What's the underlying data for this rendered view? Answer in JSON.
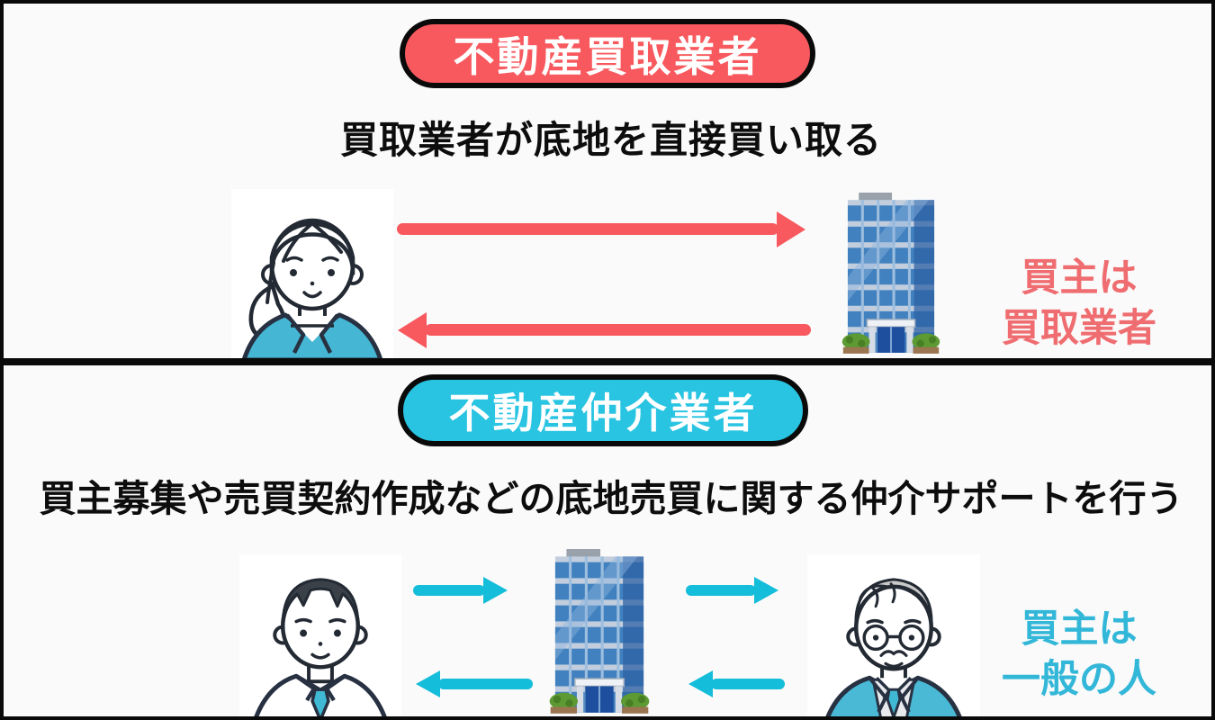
{
  "colors": {
    "page-bg": "#fafafa",
    "ink": "#0d0d0d",
    "red": "#f8595e",
    "red-text": "#ef6d70",
    "cyan": "#29c4e2",
    "cyan-arrow": "#14bdd9",
    "cyan-text": "#33b7d8",
    "outline": "#0a0a0a"
  },
  "top": {
    "badge": "不動産買取業者",
    "description": "買取業者が底地を直接買い取る",
    "note_line1": "買主は",
    "note_line2": "買取業者"
  },
  "bottom": {
    "badge": "不動産仲介業者",
    "description": "買主募集や売買契約作成などの底地売買に関する仲介サポートを行う",
    "note_line1": "買主は",
    "note_line2": "一般の人"
  },
  "icons": {
    "landowner-woman-illustration": "woman with ponytail in teal jacket",
    "purchase-company-building-illustration": "blue office building",
    "seller-man-illustration": "young man in white shirt with cyan tie",
    "broker-building-illustration": "blue office building",
    "buyer-elderly-man-illustration": "elderly man with glasses in cyan jacket",
    "arrow-right-icon": "thick right arrow",
    "arrow-left-icon": "thick left arrow"
  }
}
